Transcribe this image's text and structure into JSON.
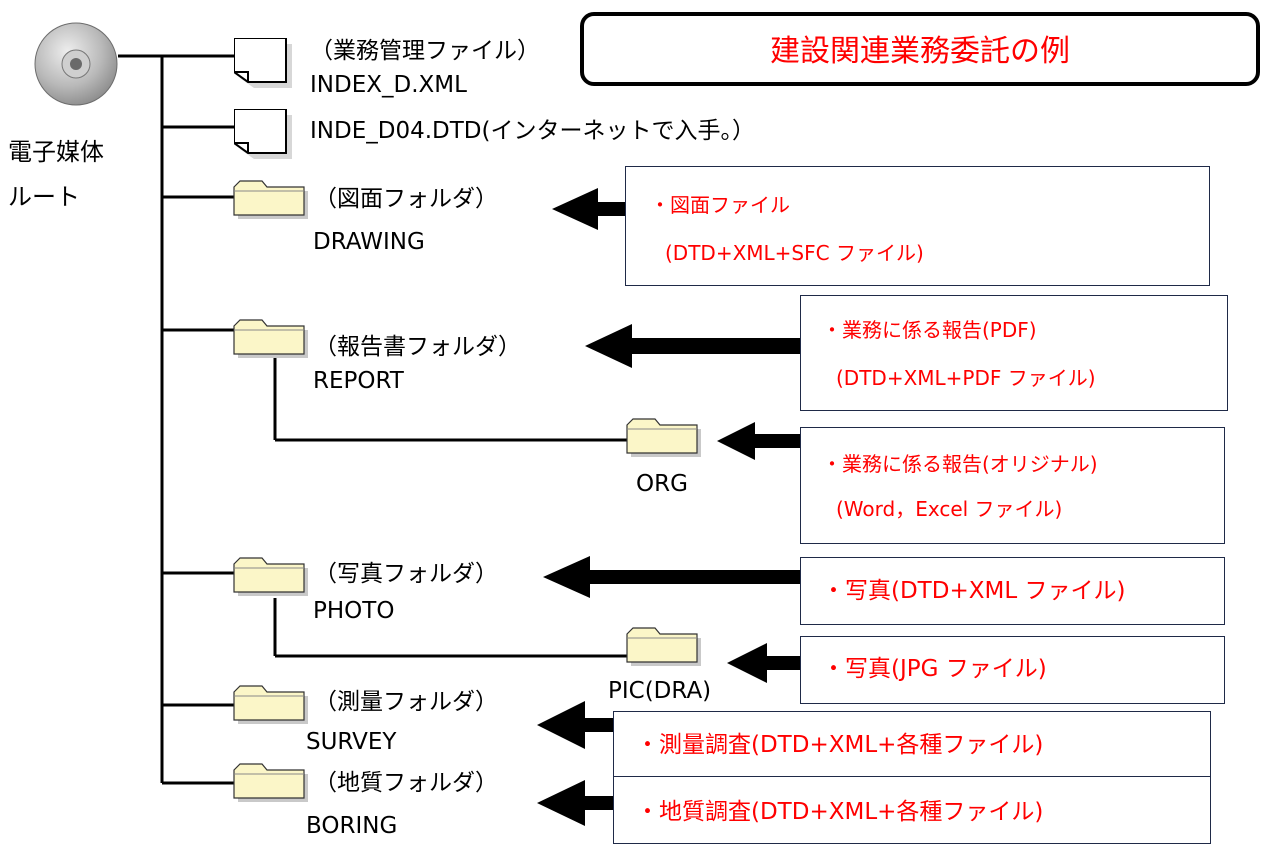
{
  "root": {
    "label_line1": "電子媒体",
    "label_line2": "ルート"
  },
  "title": "建設関連業務委託の例",
  "files": [
    {
      "caption": "（業務管理ファイル）",
      "name": "INDEX_D.XML"
    },
    {
      "caption": "",
      "name": "INDE_D04.DTD(インターネットで入手。）"
    }
  ],
  "folders": {
    "drawing": {
      "caption": "（図面フォルダ）",
      "name": "DRAWING"
    },
    "report": {
      "caption": "（報告書フォルダ）",
      "name": "REPORT"
    },
    "org": {
      "name": "ORG"
    },
    "photo": {
      "caption": "（写真フォルダ）",
      "name": "PHOTO"
    },
    "pic": {
      "name": "PIC(DRA)"
    },
    "survey": {
      "caption": "（測量フォルダ）",
      "name": "SURVEY"
    },
    "boring": {
      "caption": "（地質フォルダ）",
      "name": "BORING"
    }
  },
  "notes": {
    "drawing": {
      "line1": "・図面ファイル",
      "line2": "(DTD+XML+SFC ファイル)"
    },
    "report": {
      "line1": "・業務に係る報告(PDF)",
      "line2": "(DTD+XML+PDF ファイル)"
    },
    "org": {
      "line1": "・業務に係る報告(オリジナル)",
      "line2": "(Word，Excel ファイル)"
    },
    "photo": {
      "line1": "・写真(DTD+XML ファイル)"
    },
    "pic": {
      "line1": "・写真(JPG ファイル)"
    },
    "survey": {
      "line1": "・測量調査(DTD+XML+各種ファイル)"
    },
    "boring": {
      "line1": "・地質調査(DTD+XML+各種ファイル)"
    }
  },
  "colors": {
    "note_text": "#ff0000",
    "folder_fill": "#fbf6c8",
    "line": "#000000",
    "box_border": "#1f2a48"
  }
}
